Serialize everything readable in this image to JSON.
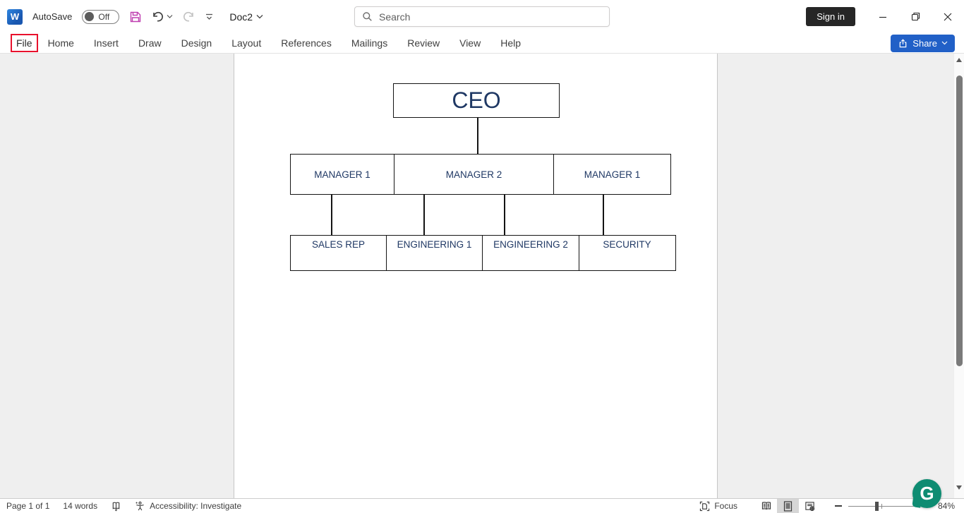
{
  "icons": {
    "word_logo": "W",
    "grammarly_logo": "G"
  },
  "titlebar": {
    "autosave_label": "AutoSave",
    "autosave_state": "Off",
    "doc_title": "Doc2",
    "search_placeholder": "Search",
    "sign_in_label": "Sign in"
  },
  "menu": {
    "tabs": [
      "File",
      "Home",
      "Insert",
      "Draw",
      "Design",
      "Layout",
      "References",
      "Mailings",
      "Review",
      "View",
      "Help"
    ],
    "share_label": "Share"
  },
  "document": {
    "org_chart": {
      "root": "CEO",
      "level2": [
        "MANAGER 1",
        "MANAGER 2",
        "MANAGER 1"
      ],
      "level3": [
        "SALES REP",
        "ENGINEERING 1",
        "ENGINEERING 2",
        "SECURITY"
      ]
    }
  },
  "statusbar": {
    "page_indicator": "Page 1 of 1",
    "word_count": "14 words",
    "accessibility_status": "Accessibility: Investigate",
    "focus_label": "Focus",
    "zoom_level": "84%"
  },
  "colors": {
    "share_blue": "#2160c7",
    "org_text_navy": "#1f3864",
    "grammarly_green": "#0e8c72",
    "file_highlight_red": "#e8112d",
    "save_icon_magenta": "#bf3fb0",
    "page_background": "#ffffff",
    "canvas_background": "#efefef"
  }
}
